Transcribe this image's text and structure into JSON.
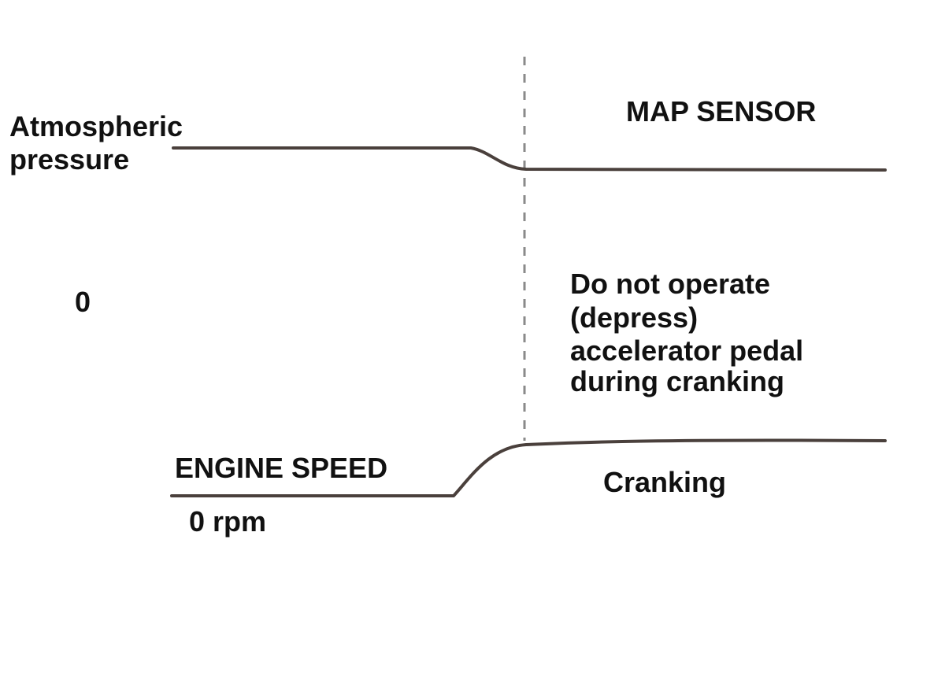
{
  "labels": {
    "map_sensor_title": "MAP SENSOR",
    "atmospheric_pressure": [
      "Atmospheric",
      "pressure"
    ],
    "zero": "0",
    "note": [
      "Do not operate",
      "(depress)",
      "accelerator pedal",
      "during cranking"
    ],
    "engine_speed_title": "ENGINE SPEED",
    "cranking": "Cranking",
    "zero_rpm": "0 rpm"
  },
  "colors": {
    "trace": "#4a403c",
    "marker": "#8a8a8a",
    "text": "#111111"
  }
}
